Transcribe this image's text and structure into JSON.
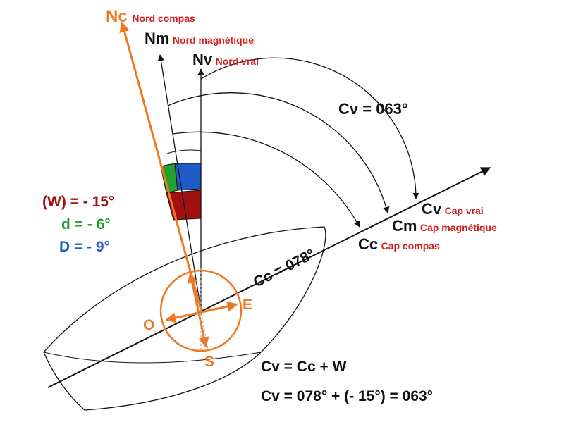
{
  "colors": {
    "orange": "#f07820",
    "black": "#111111",
    "red_label": "#d22020",
    "w_red": "#a01010",
    "d_green": "#22a030",
    "D_blue": "#1f5cc8"
  },
  "north": {
    "compass": {
      "symbol": "Nc",
      "name": "Nord compas"
    },
    "magnetic": {
      "symbol": "Nm",
      "name": "Nord magnétique"
    },
    "true": {
      "symbol": "Nv",
      "name": "Nord vrai"
    }
  },
  "heading": {
    "true": {
      "symbol": "Cv",
      "name": "Cap vrai"
    },
    "magnetic": {
      "symbol": "Cm",
      "name": "Cap magnétique"
    },
    "compass": {
      "symbol": "Cc",
      "name": "Cap compas"
    }
  },
  "angles": {
    "cv_label": "Cv = 063°",
    "cc_label": "Cc = 078°"
  },
  "legend": {
    "w": "(W) = - 15°",
    "d": "d = - 6°",
    "D": "D = - 9°"
  },
  "cardinals": {
    "east": "E",
    "west": "O",
    "south": "S"
  },
  "formulas": {
    "line1": "Cv = Cc + W",
    "line2": "Cv = 078° + (- 15°) = 063°"
  }
}
